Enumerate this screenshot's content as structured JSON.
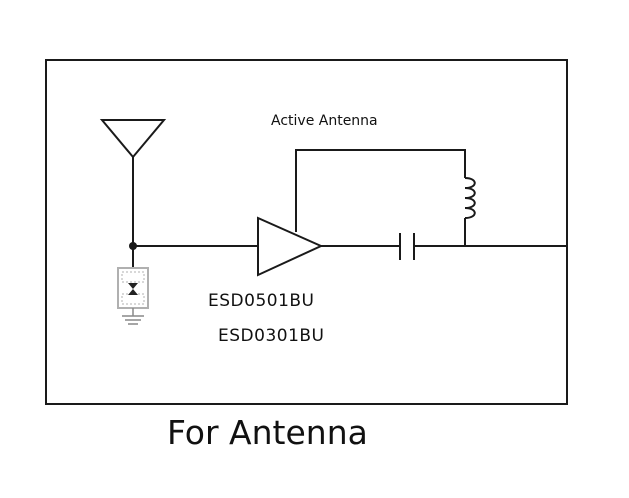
{
  "diagram": {
    "label_active_antenna": "Active Antenna",
    "part_primary": "ESD0501BU",
    "part_secondary": "ESD0301BU",
    "caption": "For Antenna"
  },
  "colors": {
    "line": "#1a1a1a",
    "esd_body": "#b0b0b0",
    "ground": "#888888"
  }
}
